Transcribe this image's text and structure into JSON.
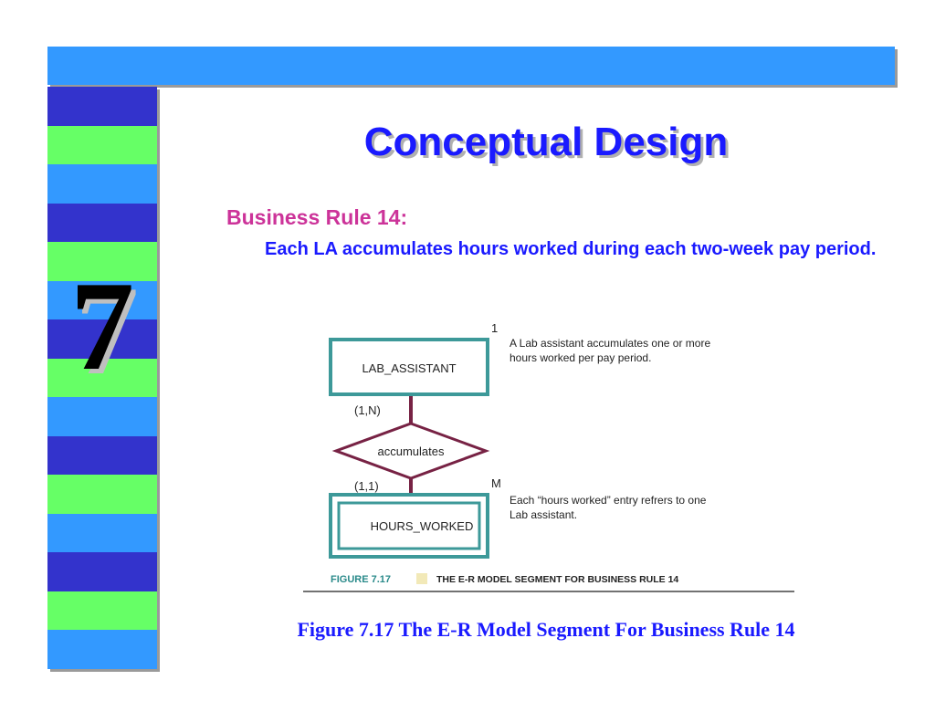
{
  "slide": {
    "title": "Conceptual Design",
    "chapter_number": "7",
    "rule_heading": "Business Rule 14:",
    "rule_text": "Each LA accumulates hours worked during each two-week pay period.",
    "caption": "Figure 7.17  The E-R Model Segment For Business Rule 14"
  },
  "stripes": [
    "#3333cc",
    "#66ff66",
    "#3399ff",
    "#3333cc",
    "#66ff66",
    "#3399ff",
    "#3333cc",
    "#66ff66",
    "#3399ff",
    "#3333cc",
    "#66ff66",
    "#3399ff",
    "#3333cc",
    "#66ff66",
    "#3399ff"
  ],
  "colors": {
    "title": "#1a1aff",
    "rule_heading": "#cc3399",
    "rule_text": "#1a1aff",
    "caption": "#1a1aff",
    "entity_border": "#3d9999",
    "relationship_line": "#772244",
    "figure_label": "#2a8a8a",
    "figure_swatch": "#f2e9b8"
  },
  "diagram": {
    "entity_1": "LAB_ASSISTANT",
    "entity_2": "HOURS_WORKED",
    "relationship": "accumulates",
    "cardinality_1": "1",
    "cardinality_2": "M",
    "participation_1": "(1,N)",
    "participation_2": "(1,1)",
    "note_1_line1": "A Lab assistant accumulates one or more",
    "note_1_line2": "hours worked per pay period.",
    "note_2_line1": "Each “hours worked” entry refrers to one",
    "note_2_line2": "Lab assistant.",
    "figure_label": "FIGURE 7.17",
    "figure_title": "THE E-R MODEL SEGMENT FOR BUSINESS RULE 14"
  }
}
